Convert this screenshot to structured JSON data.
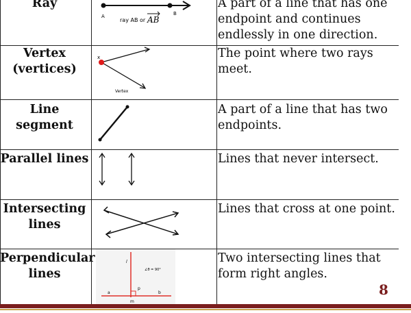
{
  "rows": [
    {
      "term_lines": [
        "Ray"
      ],
      "desc_lines": [
        "A part of a line that has one",
        "endpoint and continues",
        "endlessly in one direction."
      ]
    },
    {
      "term_lines": [
        "Vertex",
        "(vertices)"
      ],
      "desc_lines": [
        "The point where two rays",
        "meet."
      ]
    },
    {
      "term_lines": [
        "Line segment"
      ],
      "desc_lines": [
        "A part of a line that has two",
        "endpoints."
      ]
    },
    {
      "term_lines": [
        "Parallel lines"
      ],
      "desc_lines": [
        "Lines that never intersect."
      ]
    },
    {
      "term_lines": [
        "Intersecting",
        "lines"
      ],
      "desc_lines": [
        "Lines that cross at one point."
      ]
    },
    {
      "term_lines": [
        "Perpendicular",
        "lines"
      ],
      "desc_lines": [
        "Two intersecting lines that",
        "form right angles."
      ]
    }
  ],
  "figures": {
    "ray": {
      "point_a": "A",
      "point_b": "B",
      "caption_prefix": "ray AB or",
      "notation": "AB"
    },
    "vertex": {
      "point_label": "x",
      "caption": "Vertex"
    },
    "perpendicular": {
      "label_l": "l",
      "label_angle": "∠θ = 90°",
      "label_p": "p",
      "label_a": "a",
      "label_b": "b",
      "label_m": "m"
    }
  },
  "page_number": "8",
  "colors": {
    "accent": "#7a1e1e",
    "gold": "#c9a24b",
    "red_point": "#e01b1b",
    "red_line": "#e0302a"
  }
}
